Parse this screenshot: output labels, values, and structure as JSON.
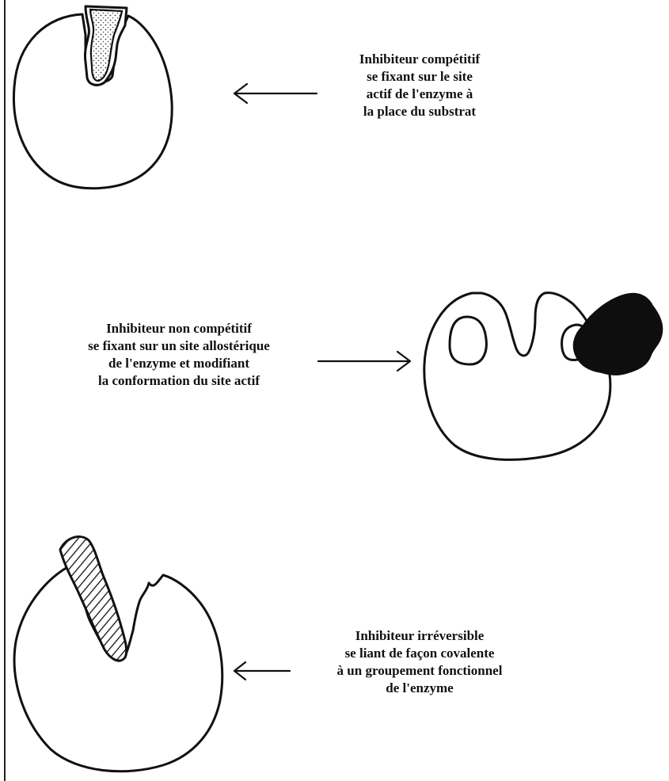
{
  "panels": [
    {
      "caption_lines": [
        "Inhibiteur compétitif",
        "se fixant sur le site",
        "actif de l'enzyme à",
        "la place du substrat"
      ]
    },
    {
      "caption_lines": [
        "Inhibiteur non compétitif",
        "se fixant sur un site allostérique",
        "de l'enzyme et modifiant",
        "la conformation du site actif"
      ]
    },
    {
      "caption_lines": [
        "Inhibiteur irréversible",
        "se liant de façon covalente",
        "à un groupement fonctionnel",
        "de l'enzyme"
      ]
    }
  ],
  "colors": {
    "ink": "#111111",
    "background": "#ffffff"
  }
}
